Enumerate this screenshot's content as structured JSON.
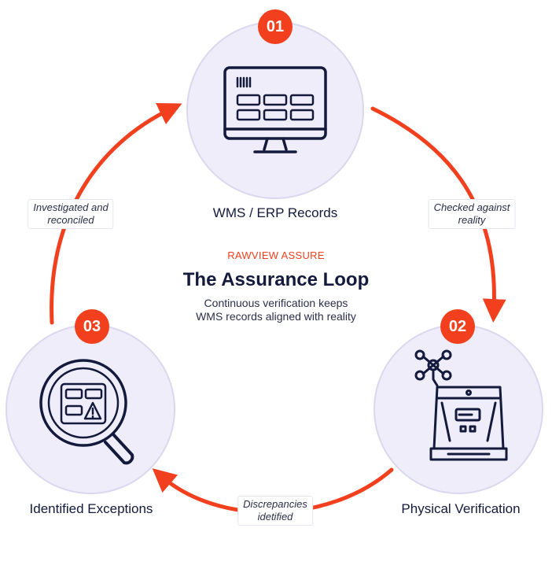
{
  "brand": "RAWVIEW ASSURE",
  "title": "The Assurance Loop",
  "subtitle": [
    "Continuous verification keeps",
    "WMS records aligned with reality"
  ],
  "colors": {
    "accent": "#f2401f",
    "circle_fill": "#eeedf9",
    "circle_stroke": "#d9d8ee",
    "ink": "#141a3c"
  },
  "nodes": [
    {
      "badge": "01",
      "label": "WMS / ERP Records",
      "icon": "computer-monitor-icon"
    },
    {
      "badge": "02",
      "label": "Physical Verification",
      "icon": "drone-robot-icon"
    },
    {
      "badge": "03",
      "label": "Identified Exceptions",
      "icon": "magnifier-warning-icon"
    }
  ],
  "edges": [
    {
      "from": "01",
      "to": "02",
      "label": [
        "Checked against",
        "reality"
      ]
    },
    {
      "from": "02",
      "to": "03",
      "label": [
        "Discrepancies",
        "idetified"
      ]
    },
    {
      "from": "03",
      "to": "01",
      "label": [
        "Investigated and",
        "reconciled"
      ]
    }
  ]
}
